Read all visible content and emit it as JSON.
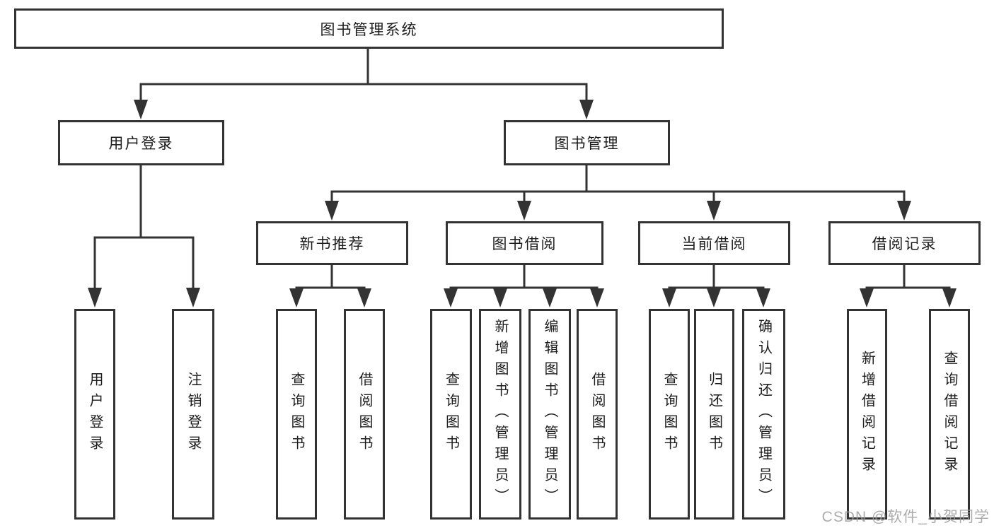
{
  "diagram": {
    "type": "tree",
    "colors": {
      "line": "#333333",
      "box_border": "#333333",
      "box_background": "#ffffff",
      "text": "#1c1c1c",
      "watermark": "#9e9e9e"
    },
    "watermark": "CSDN @软件_小贺同学",
    "nodes": {
      "root": {
        "label": "图书管理系统",
        "children": [
          "user_login",
          "book_mgmt"
        ]
      },
      "user_login": {
        "label": "用户登录",
        "children": [
          "user_login_action",
          "logout_action"
        ]
      },
      "book_mgmt": {
        "label": "图书管理",
        "children": [
          "new_book_rec",
          "book_borrow",
          "current_borrow",
          "borrow_records"
        ]
      },
      "new_book_rec": {
        "label": "新书推荐",
        "children": [
          "nr_query_books",
          "nr_borrow_books"
        ]
      },
      "book_borrow": {
        "label": "图书借阅",
        "children": [
          "bb_query_books",
          "bb_add_books",
          "bb_edit_books",
          "bb_borrow_books"
        ]
      },
      "current_borrow": {
        "label": "当前借阅",
        "children": [
          "cb_query_books",
          "cb_return_books",
          "cb_confirm_return"
        ]
      },
      "borrow_records": {
        "label": "借阅记录",
        "children": [
          "br_add_record",
          "br_query_record"
        ]
      },
      "user_login_action": {
        "label": "用户登录",
        "children": []
      },
      "logout_action": {
        "label": "注销登录",
        "children": []
      },
      "nr_query_books": {
        "label": "查询图书",
        "children": []
      },
      "nr_borrow_books": {
        "label": "借阅图书",
        "children": []
      },
      "bb_query_books": {
        "label": "查询图书",
        "children": []
      },
      "bb_add_books": {
        "label": "新增图书（管理员）",
        "children": []
      },
      "bb_edit_books": {
        "label": "编辑图书（管理员）",
        "children": []
      },
      "bb_borrow_books": {
        "label": "借阅图书",
        "children": []
      },
      "cb_query_books": {
        "label": "查询图书",
        "children": []
      },
      "cb_return_books": {
        "label": "归还图书",
        "children": []
      },
      "cb_confirm_return": {
        "label": "确认归还（管理员）",
        "children": []
      },
      "br_add_record": {
        "label": "新增借阅记录",
        "children": []
      },
      "br_query_record": {
        "label": "查询借阅记录",
        "children": []
      }
    }
  }
}
